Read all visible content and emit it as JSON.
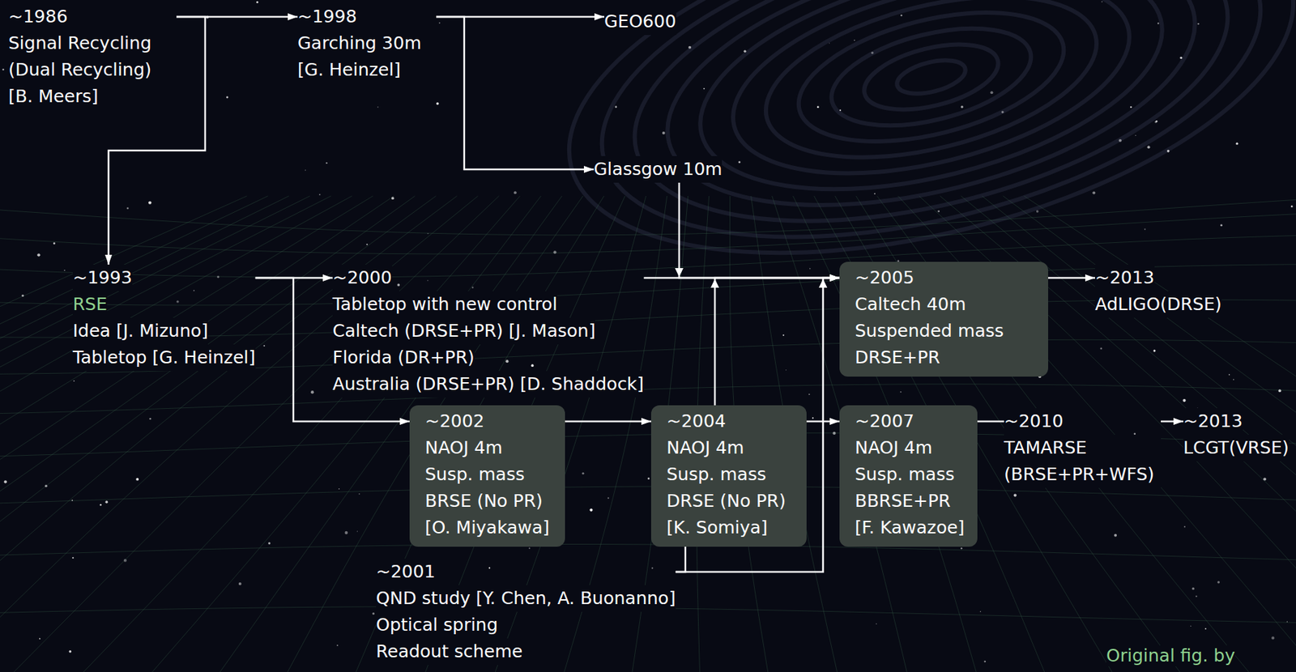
{
  "diagram": {
    "nodes": [
      {
        "text": [
          "~1986",
          "Signal Recycling (Dual Recycling) [B. Meers]"
        ]
      },
      {
        "text": [
          "~1998",
          "Garching 30m [G. Heinzel]"
        ]
      },
      {
        "text": [
          "GEO600"
        ]
      },
      {
        "text": [
          "Glassgow 10m"
        ]
      },
      {
        "text": [
          "~1993",
          "RSE",
          "Idea [J. Mizuno]",
          "Tabletop [G. Heinzel]"
        ]
      },
      {
        "text": [
          "~2000",
          "Tabletop with new control",
          "Caltech (DRSE+PR) [J. Mason]",
          "Florida (DR+PR)",
          "Australia (DRSE+PR) [D. Shaddock]"
        ]
      },
      {
        "text": [
          "~2005",
          "Caltech 40m",
          "Suspended mass",
          "DRSE+PR"
        ]
      },
      {
        "text": [
          "~2013",
          "AdLIGO(DRSE)"
        ]
      },
      {
        "text": [
          "~2002",
          "NAOJ 4m",
          "Susp. mass",
          "BRSE (No PR)",
          "[O. Miyakawa]"
        ]
      },
      {
        "text": [
          "~2004",
          "NAOJ 4m",
          "Susp. mass",
          "DRSE (No PR)",
          "[K. Somiya]"
        ]
      },
      {
        "text": [
          "~2007",
          "NAOJ 4m",
          "Susp. mass",
          "BBRSE+PR",
          "[F. Kawazoe]"
        ]
      },
      {
        "text": [
          "~2010",
          "TAMARSE (BRSE+PR+WFS)"
        ]
      },
      {
        "text": [
          "~2013",
          "LCGT(VRSE)"
        ]
      },
      {
        "text": [
          "~2001",
          "QND study [Y. Chen, A. Buonanno]",
          "Optical spring",
          "Readout scheme"
        ]
      }
    ],
    "edges": [
      {
        "from": 0,
        "to": 1,
        "arrow": "to"
      },
      {
        "from": 1,
        "to": 2,
        "arrow": "to"
      },
      {
        "from": 1,
        "to": 3,
        "arrow": "to"
      },
      {
        "from": 0,
        "to": 4,
        "arrow": "to"
      },
      {
        "from": 4,
        "to": 5,
        "arrow": "to"
      },
      {
        "from": 4,
        "to": 8,
        "arrow": "to"
      },
      {
        "from": 5,
        "to": 6,
        "arrow": "to"
      },
      {
        "from": 3,
        "to": 6,
        "arrow": "to"
      },
      {
        "from": 9,
        "to": 6,
        "arrow": "to"
      },
      {
        "from": 13,
        "to": 6,
        "arrow": "to"
      },
      {
        "from": 13,
        "to": 9,
        "arrow": "to"
      },
      {
        "from": 8,
        "to": 9,
        "arrow": "to"
      },
      {
        "from": 9,
        "to": 10,
        "arrow": "to"
      },
      {
        "from": 6,
        "to": 7,
        "arrow": "to"
      },
      {
        "from": 10,
        "to": 11,
        "arrow": "none"
      },
      {
        "from": 11,
        "to": 12,
        "arrow": "to"
      }
    ],
    "labels": [
      "Original fig. by"
    ]
  }
}
